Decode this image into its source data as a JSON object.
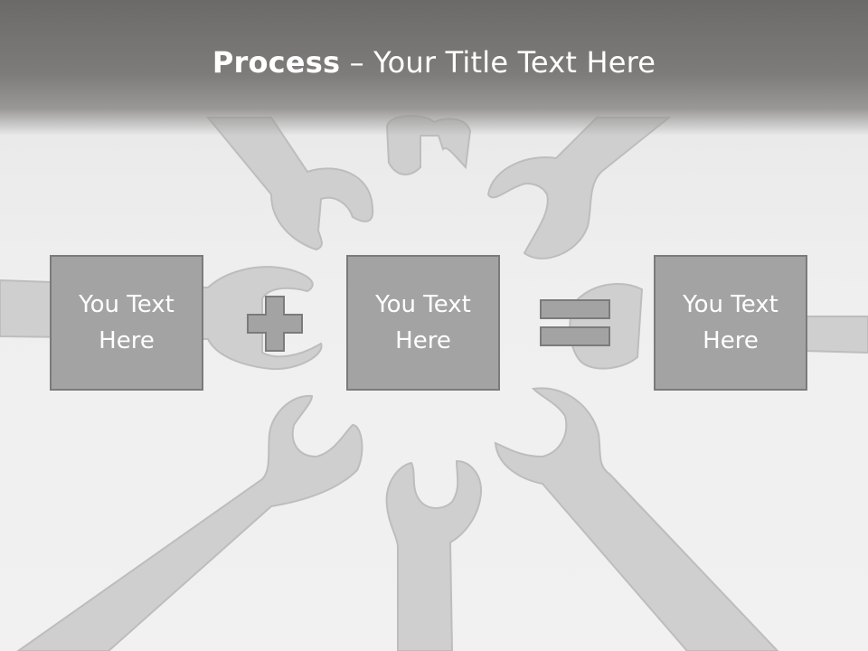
{
  "slide": {
    "title_strong": "Process",
    "title_rest": " – Your Title Text Here",
    "boxes": [
      {
        "text": "You Text Here"
      },
      {
        "text": "You Text Here"
      },
      {
        "text": "You Text Here"
      }
    ],
    "operators": [
      "plus-icon",
      "equals-icon"
    ]
  },
  "colors": {
    "box_fill": "#a3a3a3",
    "box_border": "#7b7b7b",
    "title_band": "#6b6a69",
    "background": "#ececec"
  }
}
